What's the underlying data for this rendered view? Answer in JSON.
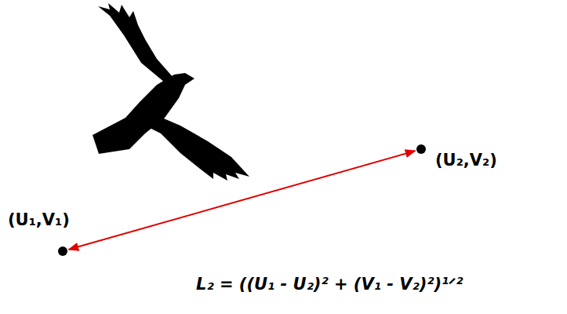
{
  "diagram": {
    "nodes": [
      {
        "text": [
          "(U₁,V₁)"
        ]
      },
      {
        "text": [
          "(U₂,V₂)"
        ]
      }
    ],
    "edges": [
      {
        "from": 0,
        "to": 1,
        "arrow": "both"
      }
    ],
    "labels": [
      "L₂ = ((U₁ - U₂)² + (V₁ - V₂)²)¹ᐟ²"
    ]
  }
}
